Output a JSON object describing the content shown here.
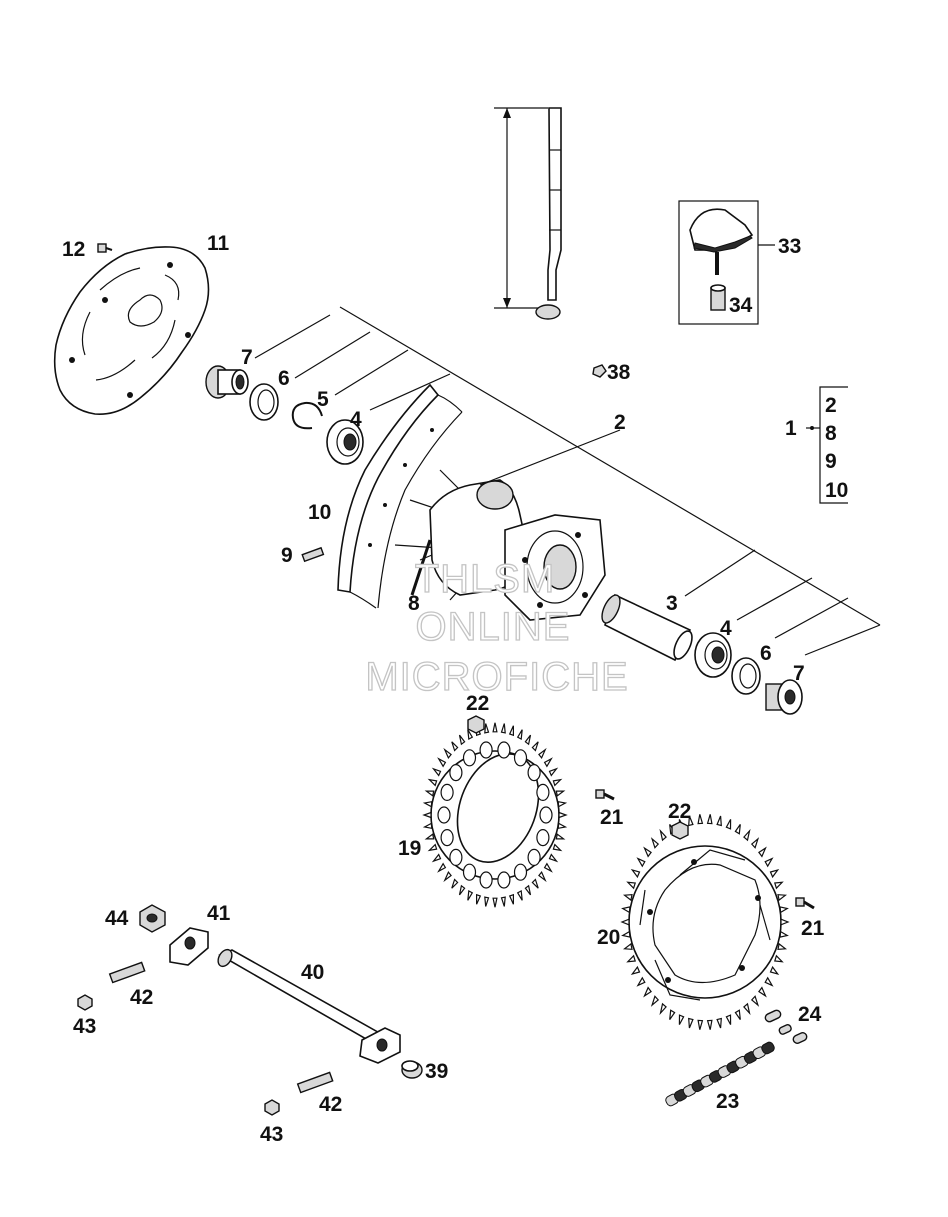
{
  "callouts": {
    "c1": "1",
    "c2": "2",
    "c3": "3",
    "c4a": "4",
    "c4b": "4",
    "c5": "5",
    "c6a": "6",
    "c6b": "6",
    "c7a": "7",
    "c7b": "7",
    "c8": "8",
    "c9": "9",
    "c10": "10",
    "c11": "11",
    "c12": "12",
    "c19": "19",
    "c20": "20",
    "c21a": "21",
    "c21b": "21",
    "c22a": "22",
    "c22b": "22",
    "c23": "23",
    "c24": "24",
    "c33": "33",
    "c34": "34",
    "c38": "38",
    "c39": "39",
    "c40": "40",
    "c41": "41",
    "c42a": "42",
    "c42b": "42",
    "c43a": "43",
    "c43b": "43",
    "c44": "44"
  },
  "group_box": {
    "items": [
      "2",
      "8",
      "9",
      "10"
    ]
  },
  "watermark": {
    "line1": "THLSM",
    "line2": "ONLINE",
    "line3": "MICROFICHE"
  },
  "colors": {
    "ink": "#111111",
    "watermark_outline": "#c4c4c4",
    "background": "#ffffff"
  }
}
